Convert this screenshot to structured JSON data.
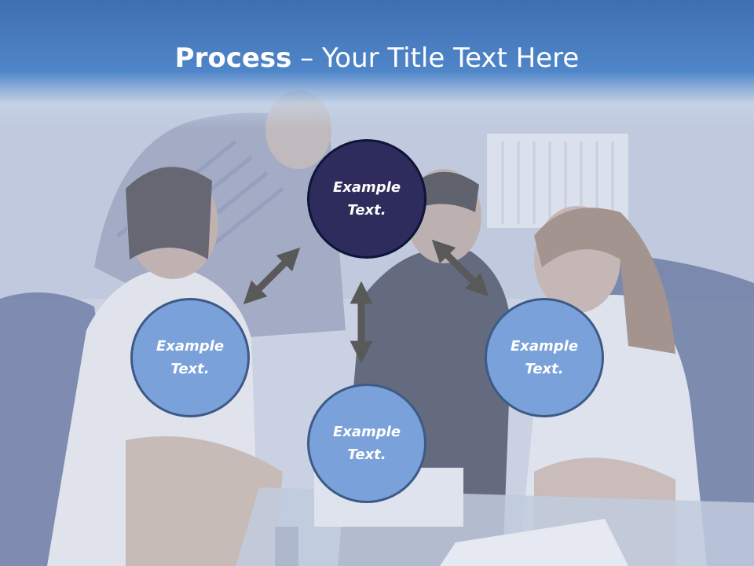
{
  "slide": {
    "title_bold": "Process",
    "title_separator": " – ",
    "title_rest": "Your Title Text Here"
  },
  "nodes": {
    "top": {
      "line1": "Example",
      "line2": "Text."
    },
    "left": {
      "line1": "Example",
      "line2": "Text."
    },
    "bottom": {
      "line1": "Example",
      "line2": "Text."
    },
    "right": {
      "line1": "Example",
      "line2": "Text."
    }
  },
  "colors": {
    "title_band": "#4f86c9",
    "node_light": "#7aa1d9",
    "node_dark": "#2d2c5c",
    "arrow": "#595959"
  },
  "icons": [
    "double-arrow-icon"
  ]
}
